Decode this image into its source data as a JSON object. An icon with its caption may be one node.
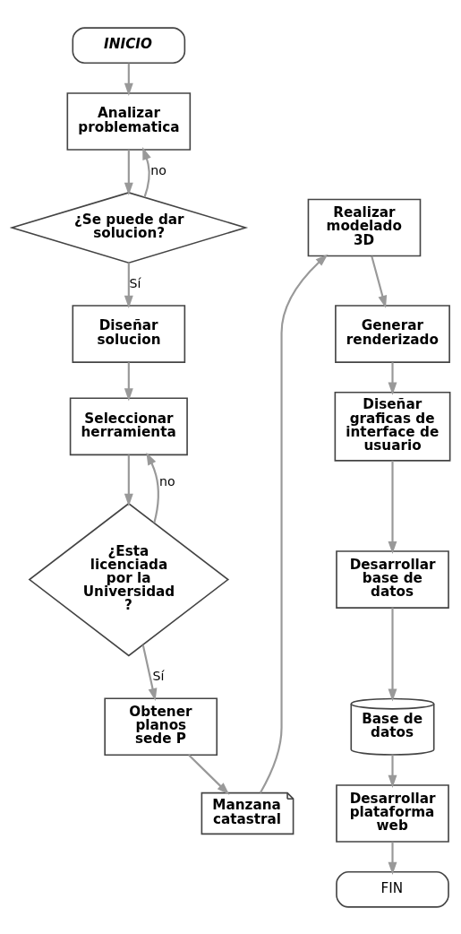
{
  "diagram": {
    "nodes": [
      {
        "text": [
          "INICIO"
        ]
      },
      {
        "text": [
          "Analizar problematica"
        ]
      },
      {
        "text": [
          "¿Se puede dar solucion?"
        ]
      },
      {
        "text": [
          "Diseñar solucion"
        ]
      },
      {
        "text": [
          "Seleccionar herramienta"
        ]
      },
      {
        "text": [
          "¿Esta licenciada por la Universidad ?"
        ]
      },
      {
        "text": [
          "Obtener planos sede P"
        ]
      },
      {
        "text": [
          "Manzana catastral"
        ]
      },
      {
        "text": [
          "Realizar modelado 3D"
        ]
      },
      {
        "text": [
          "Generar renderizado"
        ]
      },
      {
        "text": [
          "Diseñar graficas de interface de usuario"
        ]
      },
      {
        "text": [
          "Desarrollar base de datos"
        ]
      },
      {
        "text": [
          "Base de datos"
        ]
      },
      {
        "text": [
          "Desarrollar plataforma web"
        ]
      },
      {
        "text": [
          "FIN"
        ]
      }
    ],
    "edges": [
      {
        "from": 0,
        "to": 1,
        "arrow": "to"
      },
      {
        "from": 1,
        "to": 2,
        "arrow": "to"
      },
      {
        "from": 2,
        "to": 1,
        "arrow": "to",
        "label": "no"
      },
      {
        "from": 2,
        "to": 3,
        "arrow": "to",
        "label": "Sí"
      },
      {
        "from": 3,
        "to": 4,
        "arrow": "to"
      },
      {
        "from": 4,
        "to": 5,
        "arrow": "to"
      },
      {
        "from": 5,
        "to": 4,
        "arrow": "to",
        "label": "no"
      },
      {
        "from": 5,
        "to": 6,
        "arrow": "to",
        "label": "Sí"
      },
      {
        "from": 6,
        "to": 7,
        "arrow": "to"
      },
      {
        "from": 7,
        "to": 8,
        "arrow": "to"
      },
      {
        "from": 8,
        "to": 9,
        "arrow": "to"
      },
      {
        "from": 9,
        "to": 10,
        "arrow": "to"
      },
      {
        "from": 10,
        "to": 11,
        "arrow": "to"
      },
      {
        "from": 11,
        "to": 12,
        "arrow": "to"
      },
      {
        "from": 12,
        "to": 13,
        "arrow": "to"
      },
      {
        "from": 13,
        "to": 14,
        "arrow": "to"
      }
    ]
  }
}
